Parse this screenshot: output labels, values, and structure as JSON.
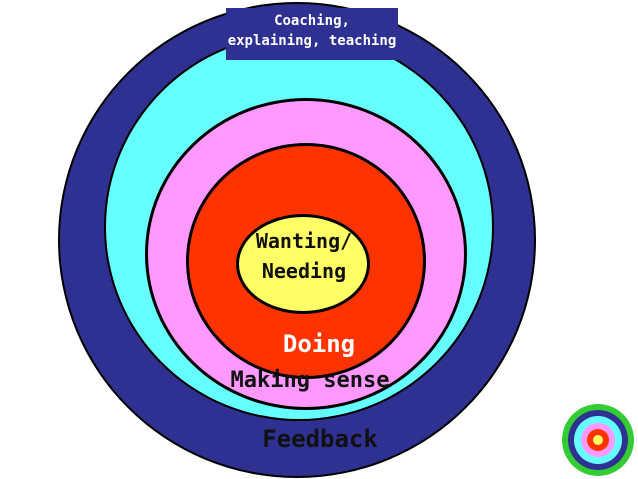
{
  "title": "Ripples model of learning / Wanting/Needing, Doing, Making sense, Feedback ...",
  "title_partial": "Ri                    d….",
  "rings": [
    {
      "name": "outer",
      "color": "#2e3192"
    },
    {
      "name": "cyan",
      "color": "#66ffff"
    },
    {
      "name": "pink",
      "color": "#ff99ff"
    },
    {
      "name": "red",
      "color": "#ff3300"
    },
    {
      "name": "core",
      "color": "#ffff66"
    }
  ],
  "labels": {
    "coaching_line1": "Coaching,",
    "coaching_line2": "explaining, teaching",
    "core_line1": "Wanting/",
    "core_line2": "Needing",
    "doing": "Doing",
    "making_sense": "Making sense",
    "feedback": "Feedback"
  },
  "mini_target": {
    "colors": [
      "#33cc33",
      "#2e3192",
      "#66ffff",
      "#ff99ff",
      "#ff3300",
      "#ffff66"
    ]
  }
}
